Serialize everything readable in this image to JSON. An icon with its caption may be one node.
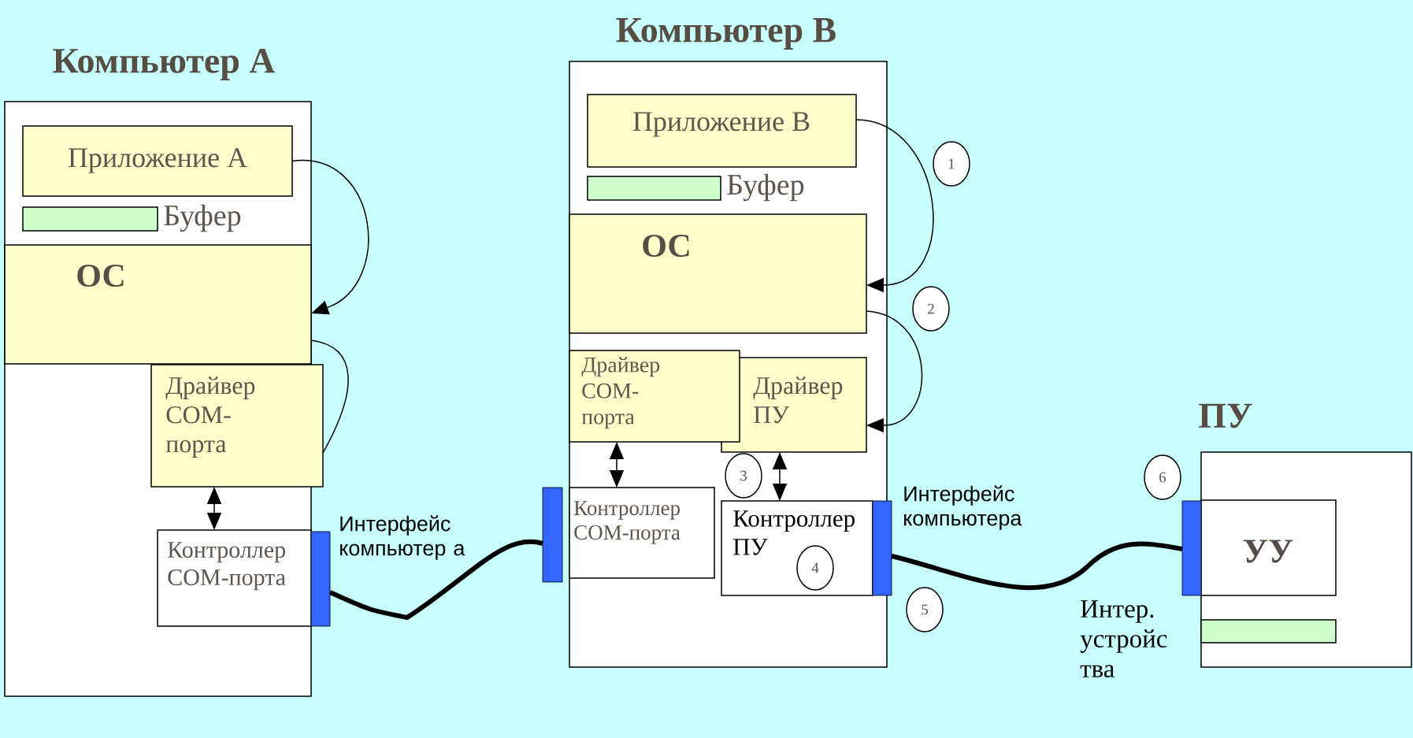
{
  "diagram": {
    "nodes": [
      {
        "text": [
          "Компьютер А"
        ]
      },
      {
        "text": [
          "Приложение А"
        ],
        "in": 0
      },
      {
        "text": [],
        "shape": "box",
        "in": 0,
        "beside": [
          "Буфер"
        ]
      },
      {
        "text": [
          "ОС"
        ],
        "in": 0
      },
      {
        "text": [
          "Драйвер COM-порта"
        ]
      },
      {
        "text": [
          "Контроллер COM-порта"
        ],
        "in": 0
      },
      {
        "text": [],
        "shape": "bar"
      },
      {
        "text": [
          "Компьютер B"
        ]
      },
      {
        "text": [
          "Приложение B"
        ],
        "in": 7
      },
      {
        "text": [],
        "shape": "box",
        "in": 7,
        "beside": [
          "Буфер"
        ]
      },
      {
        "text": [
          "ОС"
        ],
        "in": 7
      },
      {
        "text": [
          "1"
        ]
      },
      {
        "text": [
          "2"
        ]
      },
      {
        "text": [
          "Драйвер COM-порта"
        ],
        "in": 7
      },
      {
        "text": [
          "Драйвер ПУ"
        ],
        "in": 7
      },
      {
        "text": [
          "3"
        ],
        "in": 7
      },
      {
        "text": [
          "Контроллер COM-порта"
        ],
        "in": 7
      },
      {
        "text": [
          "Контроллер ПУ"
        ],
        "in": 7
      },
      {
        "text": [
          "4"
        ],
        "in": 17
      },
      {
        "text": [],
        "shape": "bar"
      },
      {
        "text": [],
        "shape": "bar"
      },
      {
        "text": [
          "5"
        ]
      },
      {
        "text": [
          "ПУ"
        ]
      },
      {
        "text": [
          "6"
        ]
      },
      {
        "text": [],
        "shape": "bar"
      },
      {
        "text": [
          "УУ"
        ],
        "in": 22
      },
      {
        "text": [],
        "shape": "box",
        "in": 22
      }
    ],
    "edges": [
      {
        "from": 1,
        "to": 3,
        "arrow": "to"
      },
      {
        "from": 3,
        "to": 4,
        "arrow": "none"
      },
      {
        "from": 4,
        "to": 5,
        "arrow": "both"
      },
      {
        "from": 6,
        "to": 19,
        "arrow": "none",
        "style": "thick"
      },
      {
        "from": 8,
        "to": 10,
        "arrow": "to"
      },
      {
        "from": 10,
        "to": 14,
        "arrow": "to"
      },
      {
        "from": 13,
        "to": 16,
        "arrow": "both"
      },
      {
        "from": 14,
        "to": 17,
        "arrow": "both"
      },
      {
        "from": 20,
        "to": 24,
        "arrow": "none",
        "style": "thick"
      }
    ],
    "labels": [
      "Интерфейс компьютер а",
      "Интерфейс компьютера",
      "Интер. устройс тва"
    ]
  }
}
